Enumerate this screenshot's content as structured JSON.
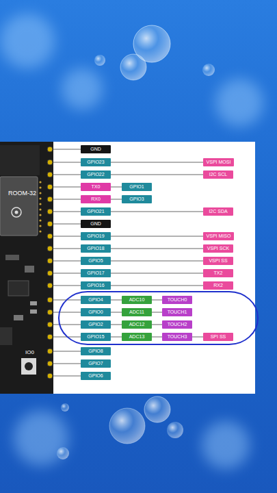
{
  "diagram": {
    "nodes": [
      {
        "text": [
          "GND"
        ]
      },
      {
        "text": [
          "GPIO23"
        ]
      },
      {
        "text": [
          "VSPI MOSI"
        ]
      },
      {
        "text": [
          "GPIO22"
        ]
      },
      {
        "text": [
          "I2C SCL"
        ]
      },
      {
        "text": [
          "TX0"
        ]
      },
      {
        "text": [
          "GPIO1"
        ]
      },
      {
        "text": [
          "RX0"
        ]
      },
      {
        "text": [
          "GPIO3"
        ]
      },
      {
        "text": [
          "GPIO21"
        ]
      },
      {
        "text": [
          "I2C SDA"
        ]
      },
      {
        "text": [
          "GND"
        ]
      },
      {
        "text": [
          "GPIO19"
        ]
      },
      {
        "text": [
          "VSPI MISO"
        ]
      },
      {
        "text": [
          "GPIO18"
        ]
      },
      {
        "text": [
          "VSPI SCK"
        ]
      },
      {
        "text": [
          "GPIO5"
        ]
      },
      {
        "text": [
          "VSPI SS"
        ]
      },
      {
        "text": [
          "GPIO17"
        ]
      },
      {
        "text": [
          "TX2"
        ]
      },
      {
        "text": [
          "GPIO16"
        ]
      },
      {
        "text": [
          "RX2"
        ]
      },
      {
        "text": [
          "GPIO4"
        ]
      },
      {
        "text": [
          "ADC10"
        ]
      },
      {
        "text": [
          "TOUCH0"
        ]
      },
      {
        "text": [
          "GPIO0"
        ]
      },
      {
        "text": [
          "ADC11"
        ]
      },
      {
        "text": [
          "TOUCH1"
        ]
      },
      {
        "text": [
          "GPIO2"
        ]
      },
      {
        "text": [
          "ADC12"
        ]
      },
      {
        "text": [
          "TOUCH2"
        ]
      },
      {
        "text": [
          "GPIO15"
        ]
      },
      {
        "text": [
          "ADC13"
        ]
      },
      {
        "text": [
          "TOUCH3"
        ]
      },
      {
        "text": [
          "SPI SS"
        ]
      },
      {
        "text": [
          "GPIO8"
        ]
      },
      {
        "text": [
          "GPIO7"
        ]
      },
      {
        "text": [
          "GPIO6"
        ]
      }
    ],
    "edges": [
      {
        "from": 1,
        "to": 2,
        "arrow": "none"
      },
      {
        "from": 3,
        "to": 4,
        "arrow": "none"
      },
      {
        "from": 5,
        "to": 6,
        "arrow": "none"
      },
      {
        "from": 7,
        "to": 8,
        "arrow": "none"
      },
      {
        "from": 9,
        "to": 10,
        "arrow": "none"
      },
      {
        "from": 12,
        "to": 13,
        "arrow": "none"
      },
      {
        "from": 14,
        "to": 15,
        "arrow": "none"
      },
      {
        "from": 16,
        "to": 17,
        "arrow": "none"
      },
      {
        "from": 18,
        "to": 19,
        "arrow": "none"
      },
      {
        "from": 20,
        "to": 21,
        "arrow": "none"
      },
      {
        "from": 22,
        "to": 23,
        "arrow": "none"
      },
      {
        "from": 23,
        "to": 24,
        "arrow": "none"
      },
      {
        "from": 25,
        "to": 26,
        "arrow": "none"
      },
      {
        "from": 26,
        "to": 27,
        "arrow": "none"
      },
      {
        "from": 28,
        "to": 29,
        "arrow": "none"
      },
      {
        "from": 29,
        "to": 30,
        "arrow": "none"
      },
      {
        "from": 31,
        "to": 32,
        "arrow": "none"
      },
      {
        "from": 32,
        "to": 33,
        "arrow": "none"
      },
      {
        "from": 33,
        "to": 34,
        "arrow": "none"
      }
    ],
    "labels": [
      "ROOM-32",
      "IO0"
    ]
  }
}
